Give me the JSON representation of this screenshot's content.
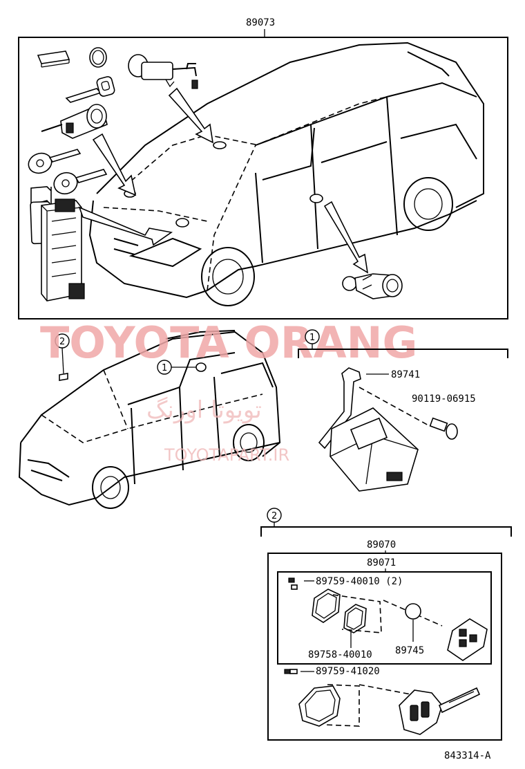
{
  "labels": {
    "top_assembly": "89073",
    "bracket": "89741",
    "bolt": "90119-06915",
    "transmitter_set": "89070",
    "transmitter_sub": "89071",
    "screw_top": "89759-40010 (2)",
    "battery_case": "89758-40010",
    "battery": "89745",
    "screw_bottom": "89759-41020",
    "diagram_code": "843314-A"
  },
  "callouts": {
    "one": "1",
    "two": "2"
  },
  "watermark": {
    "brand": "TOYOTA ORANG",
    "persian": "تویوتا اورنگ",
    "url": "TOYOTAPART.IR"
  },
  "colors": {
    "line": "#000000",
    "background": "#ffffff",
    "watermark": "#f0a8a8"
  }
}
